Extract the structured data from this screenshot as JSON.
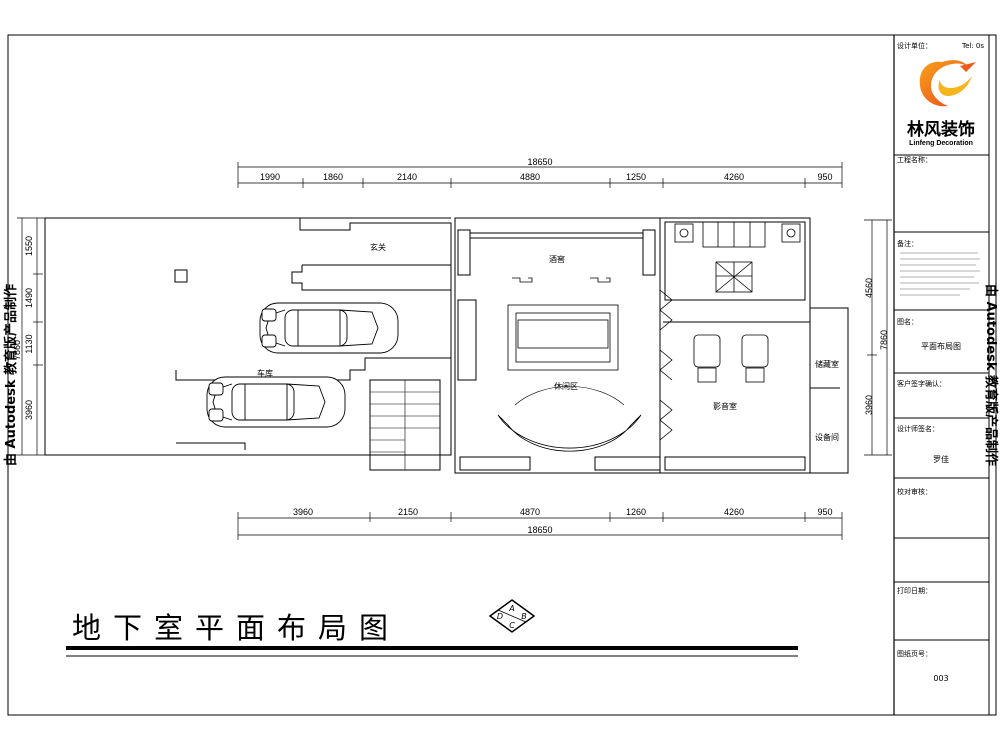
{
  "title_block": {
    "header_left": "设计单位：",
    "header_right": "Tel: 0s",
    "logo_name": "林风装饰",
    "logo_english": "Linfeng Decoration",
    "project_label": "工程名称：",
    "notes_label": "备注：",
    "drawing_name_label": "图名：",
    "drawing_name": "平面布局图",
    "client_label": "客户签字确认：",
    "designer_label": "设计师签名：",
    "designer": "罗佳",
    "review_label": "校对审核：",
    "date_label": "打印日期：",
    "sheet_no_label": "图纸页号：",
    "sheet_no": "003"
  },
  "watermarks": {
    "left": "由 Autodesk 教育版产品制作",
    "right": "由 Autodesk 教育版产品制作"
  },
  "dimensions": {
    "top_total": "18650",
    "top_segments": [
      "1990",
      "1860",
      "2140",
      "4880",
      "1250",
      "4260",
      "950"
    ],
    "bottom_segments": [
      "3960",
      "2150",
      "4870",
      "1260",
      "4260",
      "950"
    ],
    "bottom_total": "18650",
    "left_segments": [
      "1550",
      "1490",
      "1130",
      "3960"
    ],
    "left_total": "7860",
    "right_segments": [
      "4560",
      "3960"
    ],
    "right_total": "7860"
  },
  "rooms": {
    "entry": "玄关",
    "garage": "车库",
    "wine_cellar": "酒窖",
    "leisure": "休闲区",
    "theater": "影音室",
    "storage": "储藏室",
    "equipment": "设备间"
  },
  "drawing_title": "地下室平面布局图",
  "index_symbol": [
    "A",
    "B",
    "C",
    "D"
  ]
}
